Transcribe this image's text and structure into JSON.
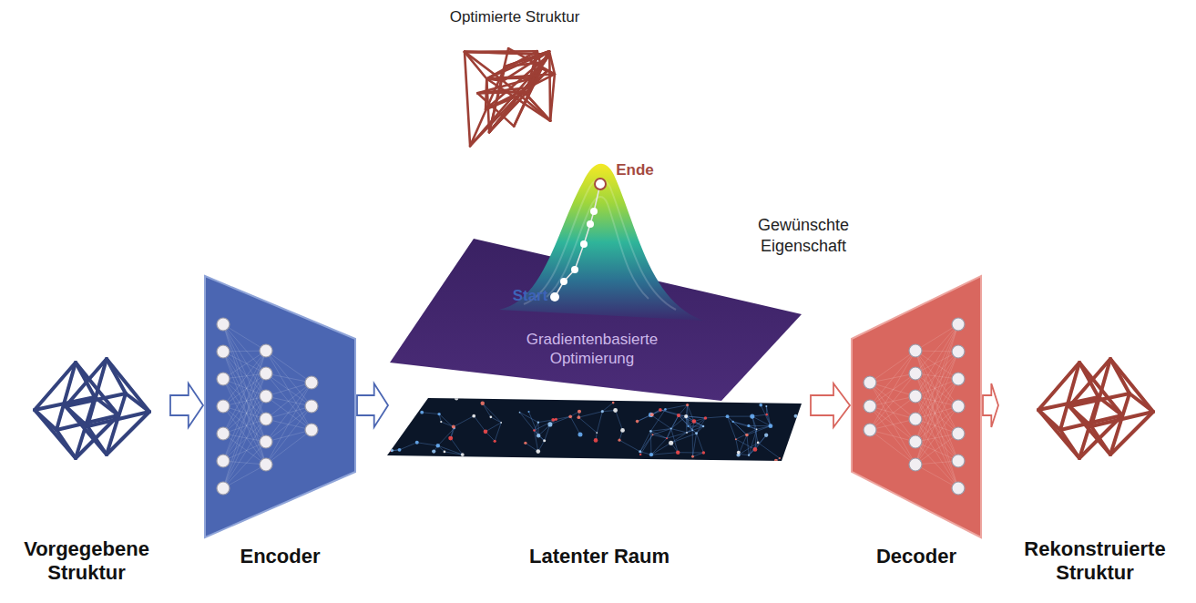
{
  "diagram": {
    "nodes": [
      {
        "text": [
          "Vorgegebene Struktur"
        ]
      },
      {
        "text": [
          "Encoder"
        ]
      },
      {
        "text": [
          "Latenter Raum"
        ]
      },
      {
        "text": [
          "Decoder"
        ]
      },
      {
        "text": [
          "Rekonstruierte Struktur"
        ]
      }
    ],
    "edges": [
      {
        "from": 0,
        "to": 1,
        "arrow": "to"
      },
      {
        "from": 1,
        "to": 2,
        "arrow": "to"
      },
      {
        "from": 2,
        "to": 3,
        "arrow": "to"
      },
      {
        "from": 3,
        "to": 4,
        "arrow": "to"
      }
    ],
    "labels": [
      "Optimierte Struktur",
      "Ende",
      "Gewünschte Eigenschaft",
      "Start",
      "Gradientenbasierte Optimierung"
    ]
  }
}
